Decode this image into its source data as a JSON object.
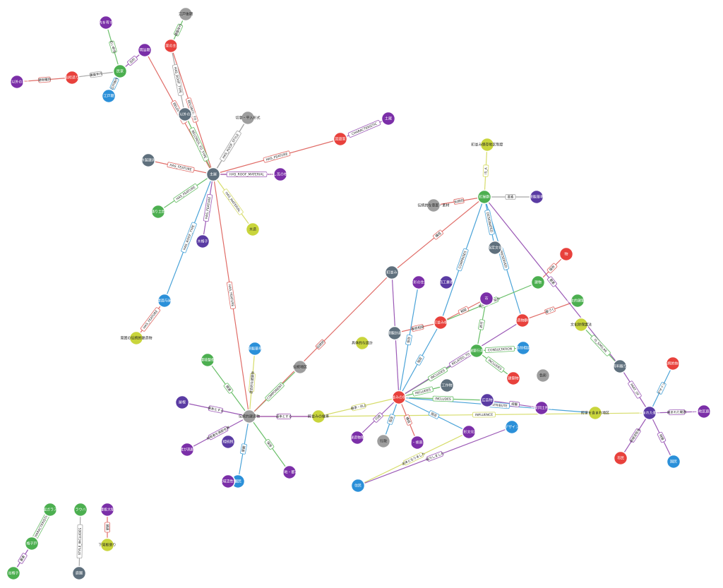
{
  "colors": {
    "slate": "#5f707d",
    "red": "#e8413c",
    "green": "#4caf50",
    "purple": "#7b2fa8",
    "indigo": "#5a3ba3",
    "blue": "#2b90d9",
    "yellow": "#c9d53c",
    "gray": "#9e9e9e",
    "edge_red": "#e06c67",
    "edge_green": "#6abf69",
    "edge_blue": "#4aa3d8",
    "edge_purple": "#9b59b6",
    "edge_yellow": "#d6dc6a",
    "edge_gray": "#a8a8a8",
    "edge_slate": "#7f8c95"
  },
  "nodes": [
    {
      "id": "n1",
      "label": "広い軒先を有する民家",
      "color": "purple"
    },
    {
      "id": "n2",
      "label": "江戸後期",
      "color": "gray"
    },
    {
      "id": "n3",
      "label": "民家の主屋",
      "color": "red"
    },
    {
      "id": "n4",
      "label": "明治期",
      "color": "purple"
    },
    {
      "id": "n5",
      "label": "民家",
      "color": "green"
    },
    {
      "id": "n6",
      "label": "出桁造り",
      "color": "red"
    },
    {
      "id": "n7",
      "label": "民家以外の旧家",
      "color": "purple"
    },
    {
      "id": "n8",
      "label": "江戸期",
      "color": "blue"
    },
    {
      "id": "n9",
      "label": "民家以外の主屋",
      "color": "slate"
    },
    {
      "id": "n10",
      "label": "切妻・平入形式",
      "color": "gray"
    },
    {
      "id": "n11",
      "label": "土蔵",
      "color": "purple"
    },
    {
      "id": "n12",
      "label": "回遊家",
      "color": "red"
    },
    {
      "id": "n13",
      "label": "木製建具",
      "color": "slate"
    },
    {
      "id": "n14",
      "label": "主屋",
      "color": "slate"
    },
    {
      "id": "n15",
      "label": "いぶし瓦の桟瓦葺",
      "color": "purple"
    },
    {
      "id": "n16",
      "label": "通り土間",
      "color": "green"
    },
    {
      "id": "n17",
      "label": "木格子",
      "color": "indigo"
    },
    {
      "id": "n18",
      "label": "木造",
      "color": "yellow"
    },
    {
      "id": "n19",
      "label": "妻面与屋",
      "color": "blue"
    },
    {
      "id": "n20",
      "label": "周囲の伝統的建造物",
      "color": "yellow"
    },
    {
      "id": "n21",
      "label": "町並み保存地区制度",
      "color": "yellow"
    },
    {
      "id": "n22",
      "label": "伝統的な意匠・素材",
      "color": "gray"
    },
    {
      "id": "n23",
      "label": "町屋群",
      "color": "green"
    },
    {
      "id": "n24",
      "label": "景観基準",
      "color": "indigo"
    },
    {
      "id": "n25",
      "label": "物",
      "color": "red"
    },
    {
      "id": "n26",
      "label": "無指定文化財",
      "color": "slate"
    },
    {
      "id": "n27",
      "label": "町並み",
      "color": "slate"
    },
    {
      "id": "n28",
      "label": "建物",
      "color": "green"
    },
    {
      "id": "n29",
      "label": "歴史的建築物",
      "color": "green"
    },
    {
      "id": "n30",
      "label": "有形の住民",
      "color": "purple"
    },
    {
      "id": "n31",
      "label": "商工業者",
      "color": "indigo"
    },
    {
      "id": "n32",
      "label": "市",
      "color": "purple"
    },
    {
      "id": "n33",
      "label": "市民町並み検討会",
      "color": "red"
    },
    {
      "id": "n34",
      "label": "伝統的建造物群保存地区",
      "color": "red"
    },
    {
      "id": "n35",
      "label": "文化財保護法",
      "color": "yellow"
    },
    {
      "id": "n36",
      "label": "景観計画",
      "color": "slate"
    },
    {
      "id": "n37",
      "label": "具体的な設計",
      "color": "yellow"
    },
    {
      "id": "n38",
      "label": "建築行為",
      "color": "green"
    },
    {
      "id": "n39",
      "label": "事前相談",
      "color": "blue"
    },
    {
      "id": "n40",
      "label": "有料観り",
      "color": "slate"
    },
    {
      "id": "n41",
      "label": "伝統的建造物",
      "color": "red"
    },
    {
      "id": "n42",
      "label": "環境整備",
      "color": "green"
    },
    {
      "id": "n43",
      "label": "景観基準",
      "color": "blue"
    },
    {
      "id": "n44",
      "label": "伝統地区",
      "color": "gray"
    },
    {
      "id": "n45",
      "label": "工作物",
      "color": "slate"
    },
    {
      "id": "n46",
      "label": "建築物",
      "color": "red"
    },
    {
      "id": "n47",
      "label": "色彩",
      "color": "gray"
    },
    {
      "id": "n48",
      "label": "屋根",
      "color": "indigo"
    },
    {
      "id": "n49",
      "label": "伝統的建造物",
      "color": "gray"
    },
    {
      "id": "n50",
      "label": "景観形成",
      "color": "yellow"
    },
    {
      "id": "n51",
      "label": "町並みの保存",
      "color": "red"
    },
    {
      "id": "n52",
      "label": "広告物",
      "color": "indigo"
    },
    {
      "id": "n53",
      "label": "民家同土所有",
      "color": "purple"
    },
    {
      "id": "n54",
      "label": "町家",
      "color": "blue"
    },
    {
      "id": "n55",
      "label": "囲まれた範囲",
      "color": "indigo"
    },
    {
      "id": "n56",
      "label": "伝統的技術",
      "color": "red"
    },
    {
      "id": "n57",
      "label": "名勝地区庭景観",
      "color": "purple"
    },
    {
      "id": "n58",
      "label": "所有者",
      "color": "purple"
    },
    {
      "id": "n59",
      "label": "相続税",
      "color": "indigo"
    },
    {
      "id": "n60",
      "label": "国民",
      "color": "blue"
    },
    {
      "id": "n61",
      "label": "建造物等",
      "color": "purple"
    },
    {
      "id": "n62",
      "label": "行政",
      "color": "gray"
    },
    {
      "id": "n63",
      "label": "修理・修景事業",
      "color": "purple"
    },
    {
      "id": "n64",
      "label": "有形文化財",
      "color": "purple"
    },
    {
      "id": "n65",
      "label": "国定重要地・都市計画税",
      "color": "purple"
    },
    {
      "id": "n66",
      "label": "住民",
      "color": "blue"
    },
    {
      "id": "n67",
      "label": "町家を含まれ地区",
      "color": "yellow"
    },
    {
      "id": "n68",
      "label": "デザイン",
      "color": "blue"
    },
    {
      "id": "n69",
      "label": "町並みの継承",
      "color": "yellow"
    },
    {
      "id": "n70",
      "label": "所有者が高齢化等",
      "color": "purple"
    },
    {
      "id": "n71",
      "label": "地域活性化",
      "color": "purple"
    },
    {
      "id": "n72",
      "label": "市民",
      "color": "red"
    },
    {
      "id": "n73",
      "label": "国民",
      "color": "blue"
    },
    {
      "id": "n74",
      "label": "木製ガラス戸",
      "color": "green"
    },
    {
      "id": "n75",
      "label": "ラウバ",
      "color": "green"
    },
    {
      "id": "n76",
      "label": "腰板大壁",
      "color": "purple"
    },
    {
      "id": "n77",
      "label": "格子戸",
      "color": "green"
    },
    {
      "id": "n78",
      "label": "下見板張り",
      "color": "yellow"
    },
    {
      "id": "n79",
      "label": "出格子",
      "color": "green"
    },
    {
      "id": "n80",
      "label": "庭園",
      "color": "slate"
    }
  ],
  "edges": [
    {
      "label": "広い軒先",
      "color": "edge_green"
    },
    {
      "label": "出桁",
      "color": "edge_purple"
    },
    {
      "label": "建築年代",
      "color": "edge_gray"
    },
    {
      "label": "建物種別",
      "color": "edge_red"
    },
    {
      "label": "江戸時代",
      "color": "edge_blue"
    },
    {
      "label": "BELONGS_TO",
      "color": "edge_red"
    },
    {
      "label": "建築年代",
      "color": "edge_green"
    },
    {
      "label": "HAS_ROOF_TYPE",
      "color": "edge_gray"
    },
    {
      "label": "BELONGS_TO_TYPE",
      "color": "edge_green"
    },
    {
      "label": "BELONGS_TO",
      "color": "edge_red"
    },
    {
      "label": "HAS_FEATURE",
      "color": "edge_gray"
    },
    {
      "label": "HAS_ROOF_STYLE",
      "color": "edge_gray"
    },
    {
      "label": "CHARACTERISTIC",
      "color": "edge_purple"
    },
    {
      "label": "HAS_FEATURE",
      "color": "edge_red"
    },
    {
      "label": "HAS_FEATURE",
      "color": "edge_red"
    },
    {
      "label": "HAS_FEATURE",
      "color": "edge_red"
    },
    {
      "label": "HAS_ROOF_MATERIAL",
      "color": "edge_purple"
    },
    {
      "label": "HAS_FEATURE",
      "color": "edge_green"
    },
    {
      "label": "HAS_MATERIAL",
      "color": "edge_yellow"
    },
    {
      "label": "HAS_FEATURE",
      "color": "edge_purple"
    },
    {
      "label": "HAS_ROOF_TYPE",
      "color": "edge_blue"
    },
    {
      "label": "HAS_FEATURE",
      "color": "edge_red"
    },
    {
      "label": "HAS_FEATURE",
      "color": "edge_red"
    },
    {
      "label": "IS_A",
      "color": "edge_yellow"
    },
    {
      "label": "伝統的",
      "color": "edge_red"
    },
    {
      "label": "構成",
      "color": "edge_red"
    },
    {
      "label": "COMPRISES",
      "color": "edge_blue"
    },
    {
      "label": "DESIGNATED",
      "color": "edge_blue"
    },
    {
      "label": "PRESERVED",
      "color": "edge_blue"
    },
    {
      "label": "要素",
      "color": "edge_gray"
    },
    {
      "label": "保存",
      "color": "edge_red"
    },
    {
      "label": "形成保存・協力",
      "color": "edge_green"
    },
    {
      "label": "相談",
      "color": "edge_red"
    },
    {
      "label": "事前相談",
      "color": "edge_red"
    },
    {
      "label": "基づく",
      "color": "edge_red"
    },
    {
      "label": "CONSULTATION",
      "color": "edge_green"
    },
    {
      "label": "許可",
      "color": "edge_green"
    },
    {
      "label": "INCLUDES",
      "color": "edge_green"
    },
    {
      "label": "INCLUDES",
      "color": "edge_green"
    },
    {
      "label": "INCLUDES",
      "color": "edge_green"
    },
    {
      "label": "INCLUDES",
      "color": "edge_green"
    },
    {
      "label": "INFLUENCE",
      "color": "edge_yellow"
    },
    {
      "label": "囲まれた範囲",
      "color": "edge_purple"
    },
    {
      "label": "協働",
      "color": "edge_purple"
    },
    {
      "label": "継承・向上",
      "color": "edge_yellow"
    },
    {
      "label": "指定",
      "color": "edge_blue"
    },
    {
      "label": "基本とする",
      "color": "edge_purple"
    },
    {
      "label": "関連",
      "color": "edge_red"
    },
    {
      "label": "関連",
      "color": "edge_green"
    },
    {
      "label": "基本とする",
      "color": "edge_purple"
    },
    {
      "label": "所有者を高齢化等",
      "color": "edge_purple"
    },
    {
      "label": "景観",
      "color": "edge_blue"
    },
    {
      "label": "保存",
      "color": "edge_green"
    },
    {
      "label": "COMPONENT",
      "color": "edge_green"
    },
    {
      "label": "歴史的な建築物",
      "color": "edge_yellow"
    },
    {
      "label": "主体となりました",
      "color": "edge_yellow"
    },
    {
      "label": "協力しました",
      "color": "edge_purple"
    },
    {
      "label": "保存",
      "color": "edge_blue"
    },
    {
      "label": "RELATED_TO",
      "color": "edge_purple"
    },
    {
      "label": "CONTRIBUTE",
      "color": "edge_blue"
    },
    {
      "label": "PART_OF",
      "color": "edge_purple"
    },
    {
      "label": "IS_SIMILAR",
      "color": "edge_green"
    },
    {
      "label": "STYLE_INCLUDES",
      "color": "edge_gray"
    },
    {
      "label": "CHARACTERISTIC",
      "color": "edge_green"
    },
    {
      "label": "要素",
      "color": "edge_purple"
    },
    {
      "label": "関連",
      "color": "edge_red"
    },
    {
      "label": "市民",
      "color": "edge_purple"
    },
    {
      "label": "行政",
      "color": "edge_purple"
    },
    {
      "label": "指定",
      "color": "edge_blue"
    },
    {
      "label": "構成",
      "color": "edge_red"
    },
    {
      "label": "要素",
      "color": "edge_purple"
    },
    {
      "label": "デザイン",
      "color": "edge_blue"
    },
    {
      "label": "地域活性化",
      "color": "edge_purple"
    },
    {
      "label": "特徴",
      "color": "edge_purple"
    },
    {
      "label": "指定",
      "color": "edge_blue"
    },
    {
      "label": "伝統的",
      "color": "edge_red"
    }
  ]
}
